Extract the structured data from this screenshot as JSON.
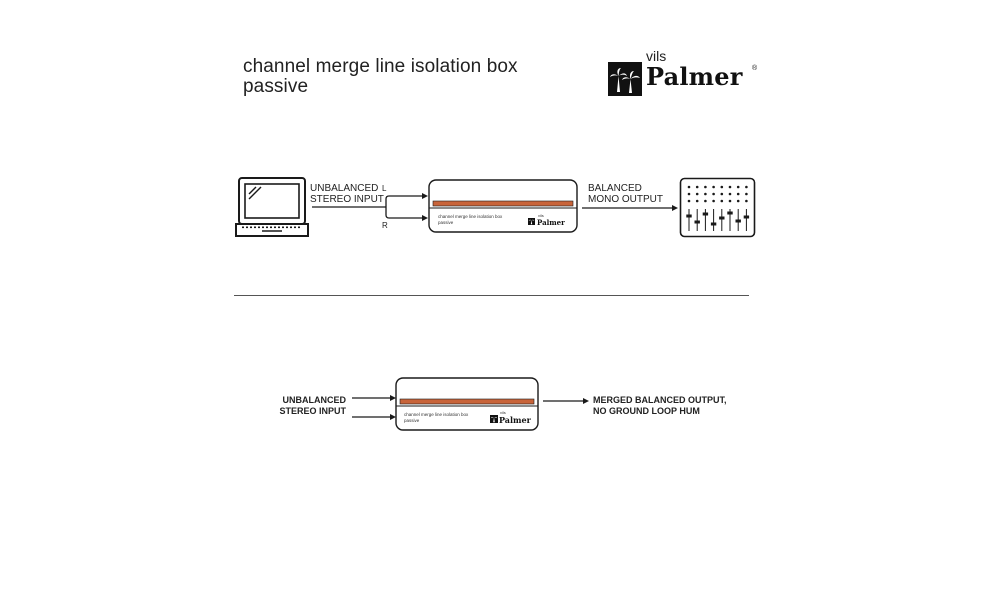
{
  "header": {
    "title_line1": "channel merge line isolation box",
    "title_line2": "passive",
    "brand_prefix": "vils",
    "brand_name": "Palmer",
    "brand_reg": "®"
  },
  "diagram_top": {
    "input_label_line1": "UNBALANCED",
    "input_label_line2": "STEREO INPUT",
    "left_channel": "L",
    "right_channel": "R",
    "output_label_line1": "BALANCED",
    "output_label_line2": "MONO OUTPUT",
    "device_text": "channel merge line isolation box",
    "device_text2": "passive",
    "device_brand_prefix": "vils",
    "device_brand": "Palmer"
  },
  "diagram_bottom": {
    "input_label_line1": "UNBALANCED",
    "input_label_line2": "STEREO INPUT",
    "output_label_line1": "MERGED BALANCED OUTPUT,",
    "output_label_line2": "NO GROUND LOOP HUM",
    "device_text": "channel merge line isolation box",
    "device_text2": "passive",
    "device_brand_prefix": "vils",
    "device_brand": "Palmer"
  },
  "colors": {
    "accent_strip": "#c8643a",
    "line": "#1a1a1a"
  }
}
